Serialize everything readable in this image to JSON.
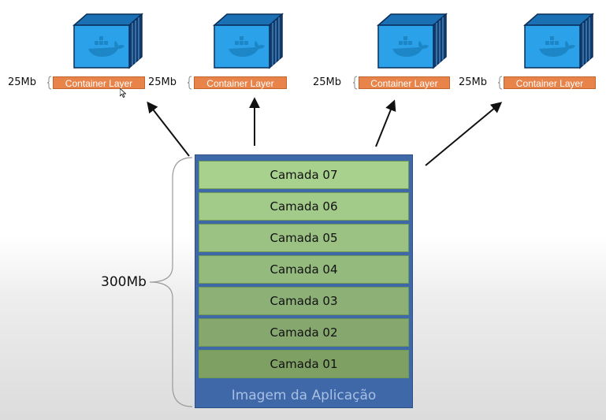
{
  "containers": [
    {
      "size": "25Mb",
      "layer_label": "Container Layer"
    },
    {
      "size": "25Mb",
      "layer_label": "Container Layer"
    },
    {
      "size": "25Mb",
      "layer_label": "Container Layer"
    },
    {
      "size": "25Mb",
      "layer_label": "Container Layer"
    }
  ],
  "image": {
    "caption": "Imagem da Aplicação",
    "total_size": "300Mb",
    "layers": [
      "Camada 07",
      "Camada 06",
      "Camada 05",
      "Camada 04",
      "Camada 03",
      "Camada 02",
      "Camada 01"
    ]
  },
  "colors": {
    "container_layer": "#e8834a",
    "image_block": "#3e68a8",
    "layer_top": "#a9d18e",
    "layer_bottom": "#7fa063",
    "cube_face": "#2aa1e8"
  },
  "icons": [
    "docker-cube-icon",
    "mouse-cursor-icon"
  ]
}
